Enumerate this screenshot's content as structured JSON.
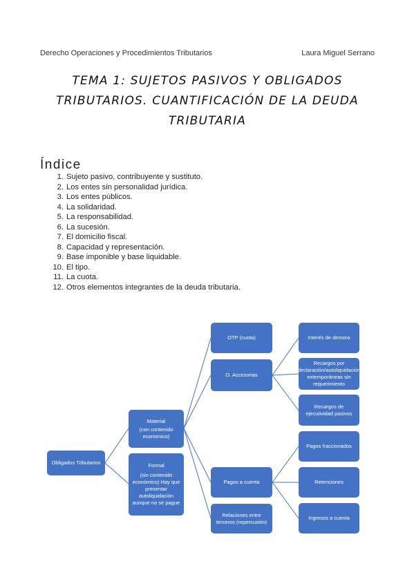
{
  "header": {
    "course": "Derecho Operaciones y Procedimientos Tributarios",
    "author": "Laura Miguel Serrano"
  },
  "title": {
    "line1": "TEMA 1: SUJETOS PASIVOS Y OBLIGADOS",
    "line2": "TRIBUTARIOS. CUANTIFICACIÓN DE LA DEUDA",
    "line3": "TRIBUTARIA"
  },
  "index": {
    "heading": "Índice",
    "items": [
      {
        "num": "1.",
        "text": "Sujeto pasivo, contribuyente y sustituto."
      },
      {
        "num": "2.",
        "text": "Los entes sin personalidad jurídica."
      },
      {
        "num": "3.",
        "text": "Los entes públicos."
      },
      {
        "num": "4.",
        "text": "La solidaridad."
      },
      {
        "num": "5.",
        "text": "La responsabilidad."
      },
      {
        "num": "6.",
        "text": "La sucesión."
      },
      {
        "num": "7.",
        "text": "El domicilio fiscal."
      },
      {
        "num": "8.",
        "text": "Capacidad y representación."
      },
      {
        "num": "9.",
        "text": "Base imponible y base liquidable."
      },
      {
        "num": "10.",
        "text": "El tipo."
      },
      {
        "num": "11.",
        "text": "La cuota."
      },
      {
        "num": "12.",
        "text": "Otros elementos integrantes de la deuda tributaria."
      }
    ]
  },
  "diagram": {
    "root": "Obligados Tributarios",
    "material": "Material",
    "material_sub": "(con contenido economico)",
    "formal": "Formal",
    "formal_sub": "(sin contenido económico) Hay que presentar autoliquidación aunque no se pague",
    "otp": "OTP (cuota)",
    "accesorias": "O. Accesorias",
    "pagos_cuenta": "Pagos a cuenta",
    "relaciones": "Relaciones entre terceros (repercusión)",
    "interes": "Interés de demora",
    "recargos_decl": "Recargos por declaración/autoliquidación extemporáneas sin requerimiento",
    "recargos_ejec": "Recargos de ejecutividad pasivos",
    "pagos_fracc": "Pagos fraccionados",
    "retenciones": "Retenciones",
    "ingresos": "Ingresos a cuenta",
    "colors": {
      "box": "#4472c4",
      "line": "#4472c4"
    }
  }
}
